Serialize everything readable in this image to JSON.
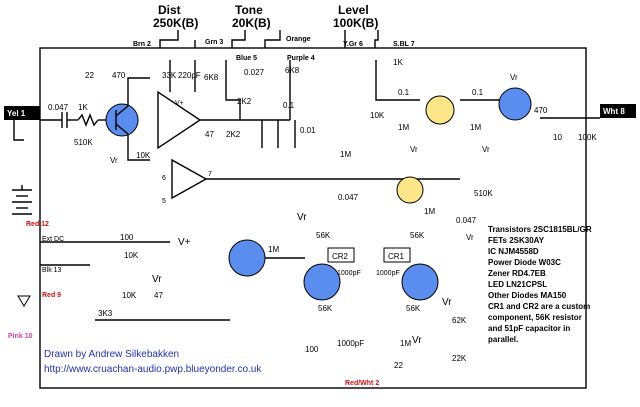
{
  "pots": {
    "dist": {
      "name": "Dist",
      "value": "250K(B)"
    },
    "tone": {
      "name": "Tone",
      "value": "20K(B)"
    },
    "level": {
      "name": "Level",
      "value": "100K(B)"
    }
  },
  "wires": {
    "brn2": "Brn 2",
    "grn3": "Grn 3",
    "orange": "Orange",
    "ygr6": "Y.Gr 6",
    "sbl7": "S.BL 7",
    "blue5": "Blue 5",
    "purple4": "Purple 4",
    "yel1": "Yel 1",
    "wht8": "Wht 8",
    "red12": "Red 12",
    "extdc": "Ext DC",
    "blk13": "Blk 13",
    "red9": "Red 9",
    "pink10": "Pink 10",
    "redwht2": "Red/Wht 2"
  },
  "parts": {
    "c0047a": "0.047",
    "r1k_in": "1K",
    "r510k": "510K",
    "vr_a": "Vr",
    "c22": "22",
    "r470": "470",
    "r33k": "33K",
    "c220p": "220pF",
    "vplus_ic": "V+",
    "r10k_a": "10K",
    "c47_a": "47",
    "r2k2_a": "2K2",
    "r6k8_a": "6K8",
    "c0027": "0.027",
    "r2k2_b": "2K2",
    "r6k8_b": "6K8",
    "c01_a": "0.1",
    "c001": "0.01",
    "r1k_level": "1K",
    "r10k_b": "10K",
    "c01_b": "0.1",
    "r1m_a": "1M",
    "vr_b": "Vr",
    "c01_c": "0.1",
    "r1m_b": "1M",
    "vr_c": "Vr",
    "vr_d": "Vr",
    "r470_b": "470",
    "c10": "10",
    "r100k_out": "100K",
    "ic_pin6": "6",
    "ic_pin7": "7",
    "ic_pin5": "5",
    "r1m_fb": "1M",
    "c0047_b": "0.047",
    "r1m_c": "1M",
    "r510k_b": "510K",
    "c0047_c": "0.047",
    "vr_e": "Vr",
    "c100": "100",
    "vplus": "V+",
    "r10k_c": "10K",
    "vr_f": "Vr",
    "r10k_d": "10K",
    "c47_b": "47",
    "r1m_d": "1M",
    "r56k_a": "56K",
    "r56k_b": "56K",
    "cr2": "CR2",
    "cr1": "CR1",
    "c1000p_a": "1000pF",
    "c1000p_b": "1000pF",
    "r56k_c": "56K",
    "r56k_d": "56K",
    "r3k3": "3K3",
    "r62k": "62K",
    "c100_b": "100",
    "c1000p_c": "1000pF",
    "r1m_e": "1M",
    "c22_b": "22",
    "r22k": "22K",
    "vr_g": "Vr",
    "vr_h": "Vr",
    "vr_i": "Vr"
  },
  "notes": [
    "Transistors 2SC1815BL/GR",
    "FETs 2SK30AY",
    "IC NJM4558D",
    "Power Diode W03C",
    "Zener RD4.7EB",
    "LED LN21CPSL",
    "Other Diodes MA150",
    "CR1 and CR2 are a custom",
    "component, 56K resistor",
    "and 51pF capacitor in",
    "parallel."
  ],
  "credits": {
    "author": "Drawn by Andrew Silkebakken",
    "url": "http://www.cruachan-audio.pwp.blueyonder.co.uk"
  },
  "colors": {
    "transistor": "#5b8def",
    "fet": "#fde58a",
    "credit": "#2233aa",
    "brn": "#8b4513",
    "grn": "#1a8c1a",
    "orange": "#ff8c00",
    "cyan": "#00a0c0",
    "blue": "#1a3fd8",
    "purple": "#8a2be2",
    "red": "#d01010",
    "pink": "#d040a0"
  }
}
